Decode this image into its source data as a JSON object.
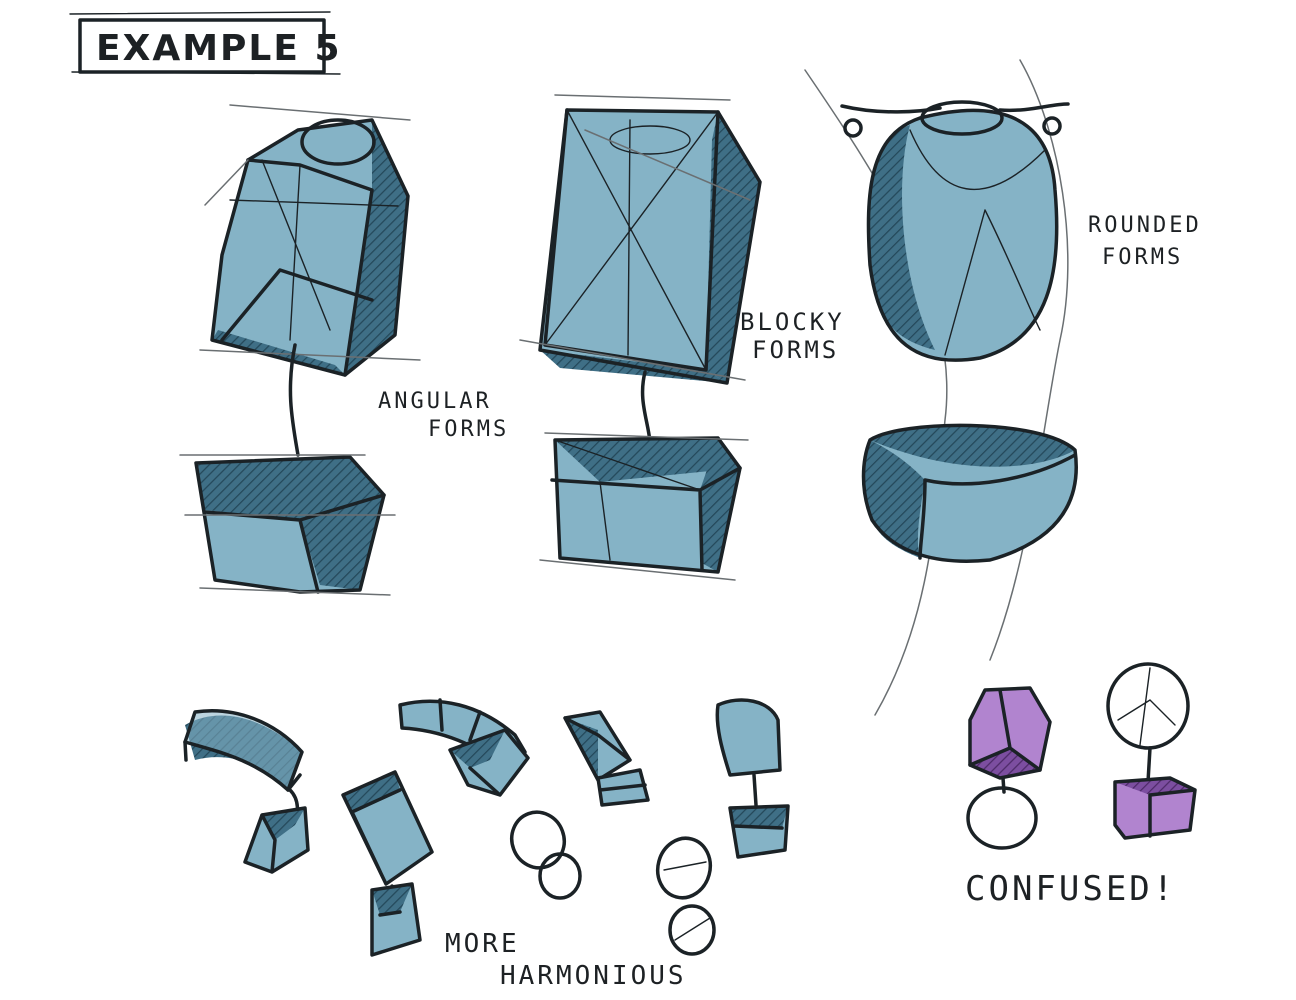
{
  "title": "EXAMPLE 5",
  "labels": {
    "angular_line1": "ANGULAR",
    "angular_line2": "FORMS",
    "blocky_line1": "BLOCKY",
    "blocky_line2": "FORMS",
    "rounded_line1": "ROUNDED",
    "rounded_line2": "FORMS",
    "harmonious_line1": "MORE",
    "harmonious_line2": "HARMONIOUS",
    "confused": "CONFUSED!"
  },
  "colors": {
    "blue_fill": "#85b3c6",
    "blue_shadow": "#3f6f86",
    "purple_fill": "#b184cf",
    "purple_shadow": "#7c4ea0",
    "ink": "#1b2226"
  }
}
